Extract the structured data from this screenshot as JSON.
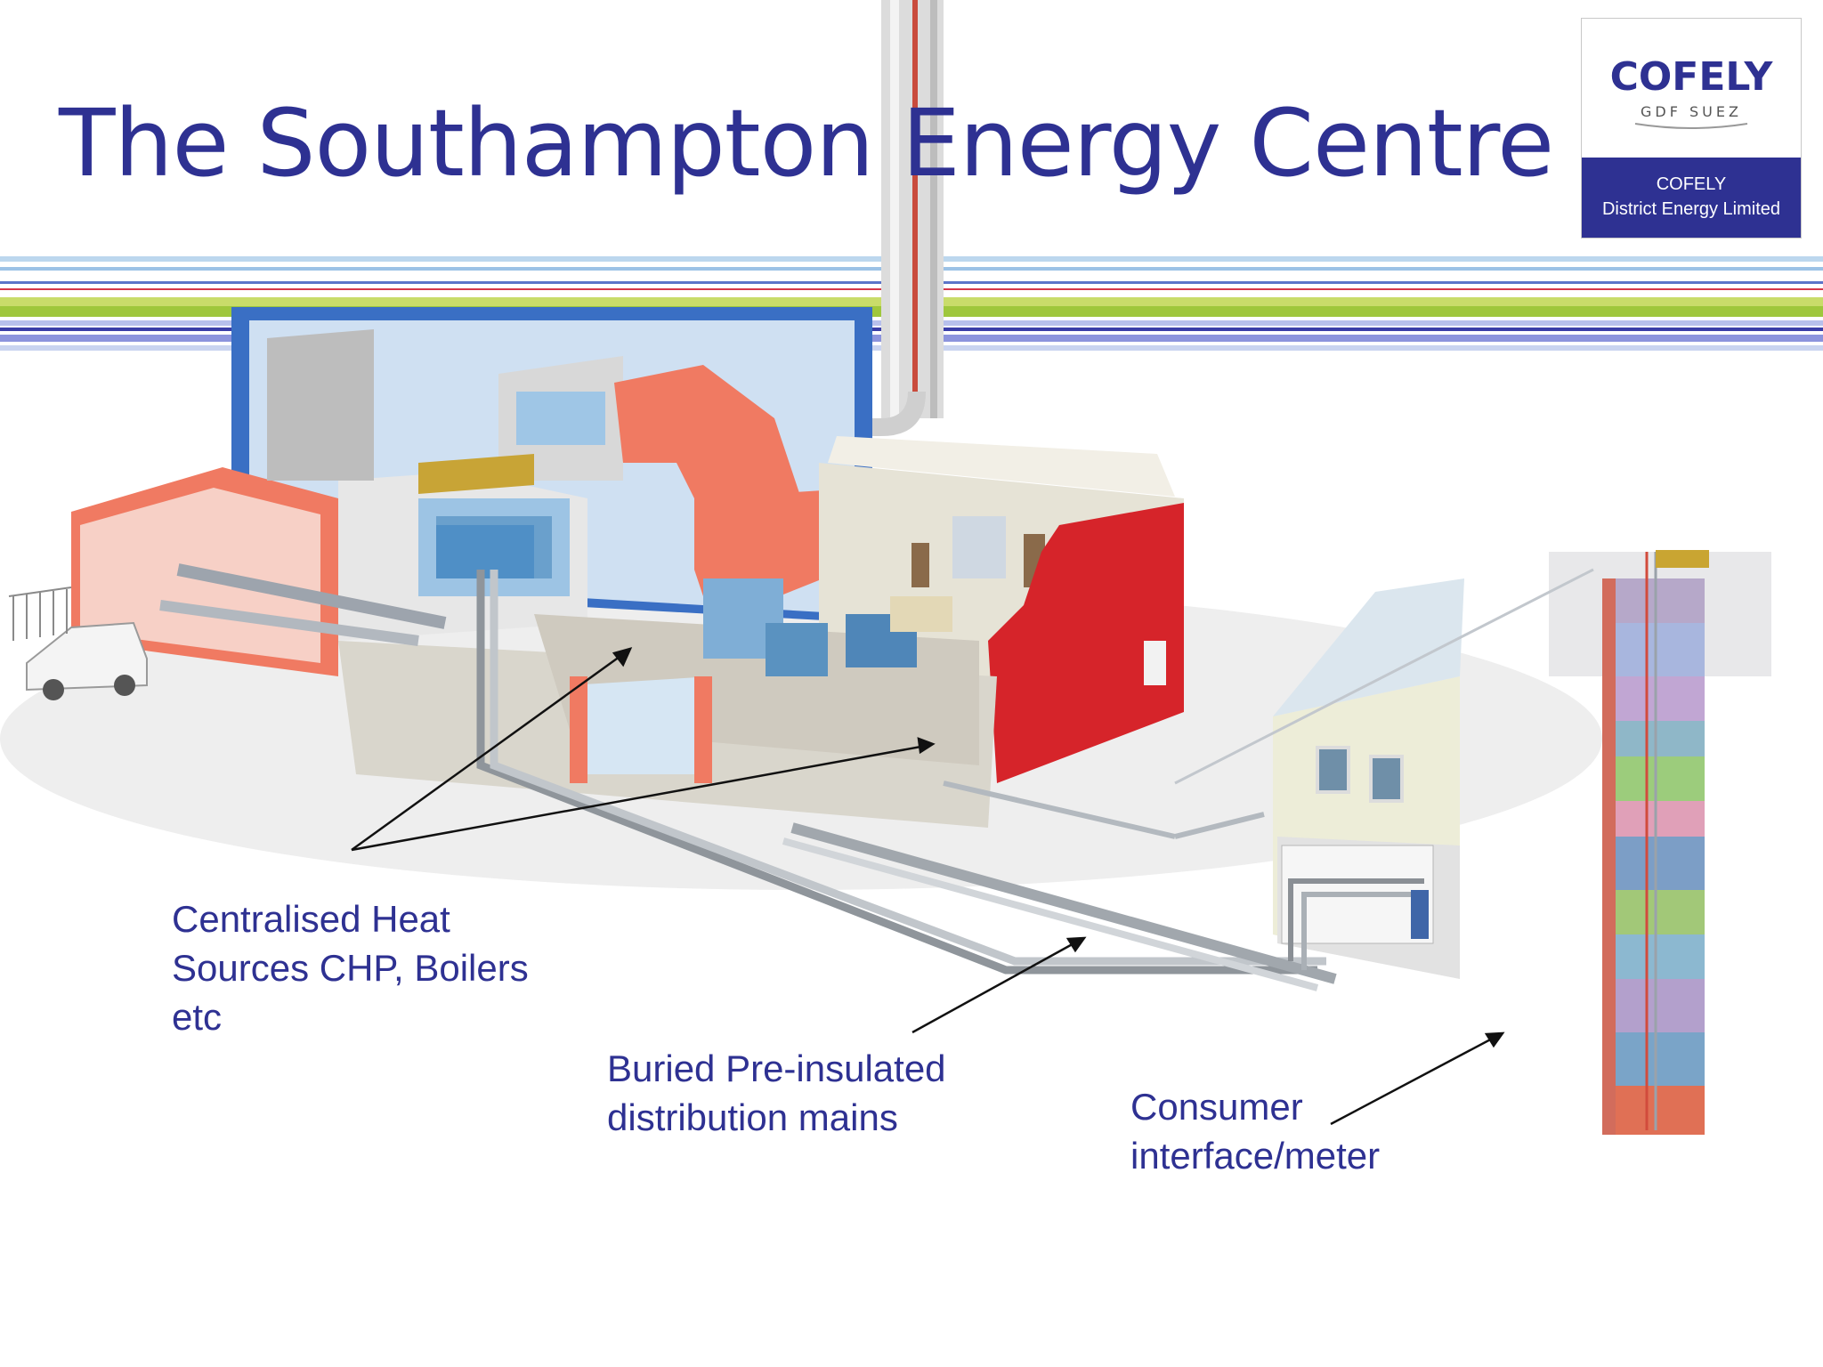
{
  "slide": {
    "title": "The Southampton Energy Centre"
  },
  "logo": {
    "brand": "COFELY",
    "parent": "GDF SUEZ",
    "line1": "COFELY",
    "line2": "District Energy Limited"
  },
  "labels": {
    "heat_sources": "Centralised Heat\nSources CHP, Boilers\netc",
    "mains": "Buried Pre-insulated\ndistribution mains",
    "consumer": "Consumer\ninterface/meter"
  },
  "colors": {
    "title": "#2e3192",
    "brand_blue": "#2e3192",
    "wall_red": "#d6242a",
    "wall_salmon": "#f07a62",
    "building_blue": "#3a6fc4"
  }
}
